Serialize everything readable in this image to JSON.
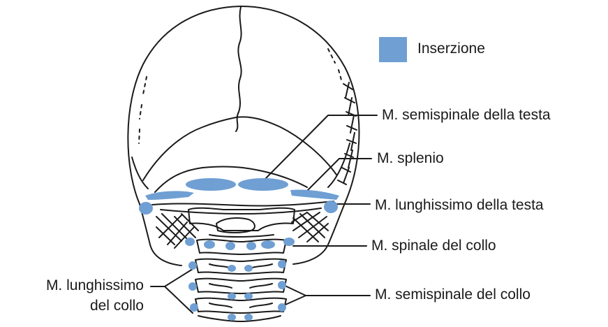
{
  "legend": {
    "label": "Inserzione",
    "color": "#6f9fd3"
  },
  "labels": {
    "semispinale_testa": "M. semispinale della testa",
    "splenio": "M. splenio",
    "lunghissimo_testa": "M. lunghissimo della testa",
    "spinale_collo": "M. spinale del collo",
    "lunghissimo_collo_line1": "M. lunghissimo",
    "lunghissimo_collo_line2": "del collo",
    "semispinale_collo": "M. semispinale del collo"
  },
  "colors": {
    "insertion": "#6f9fd3",
    "ink": "#1a1a1a",
    "background": "#ffffff"
  }
}
